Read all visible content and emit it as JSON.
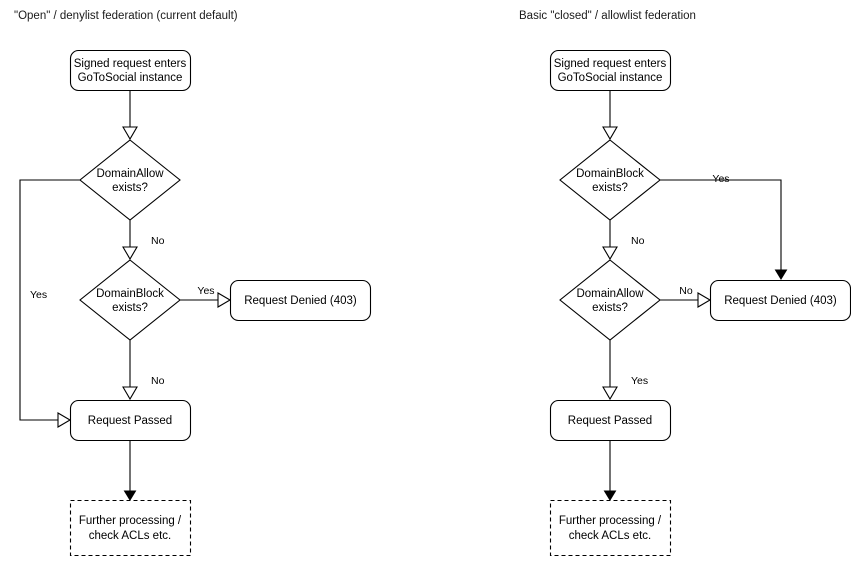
{
  "diagram": {
    "title_left": "\"Open\" / denylist federation (current default)",
    "title_right": "Basic \"closed\" / allowlist federation",
    "colors": {
      "stroke": "#000000",
      "fill": "#ffffff",
      "text": "#000000",
      "background": "#ffffff"
    },
    "left_flow": {
      "start": "Signed request enters\nGoToSocial instance",
      "start_line1": "Signed request enters",
      "start_line2": "GoToSocial instance",
      "decision1_line1": "DomainAllow",
      "decision1_line2": "exists?",
      "decision2_line1": "DomainBlock",
      "decision2_line2": "exists?",
      "denied": "Request Denied (403)",
      "passed": "Request Passed",
      "further_line1": "Further processing /",
      "further_line2": "check ACLs etc.",
      "labels": {
        "allow_yes": "Yes",
        "allow_no": "No",
        "block_yes": "Yes",
        "block_no": "No"
      }
    },
    "right_flow": {
      "start_line1": "Signed request enters",
      "start_line2": "GoToSocial instance",
      "decision1_line1": "DomainBlock",
      "decision1_line2": "exists?",
      "decision2_line1": "DomainAllow",
      "decision2_line2": "exists?",
      "denied": "Request Denied (403)",
      "passed": "Request Passed",
      "further_line1": "Further processing /",
      "further_line2": "check ACLs etc.",
      "labels": {
        "block_yes": "Yes",
        "block_no": "No",
        "allow_no": "No",
        "allow_yes": "Yes"
      }
    }
  }
}
